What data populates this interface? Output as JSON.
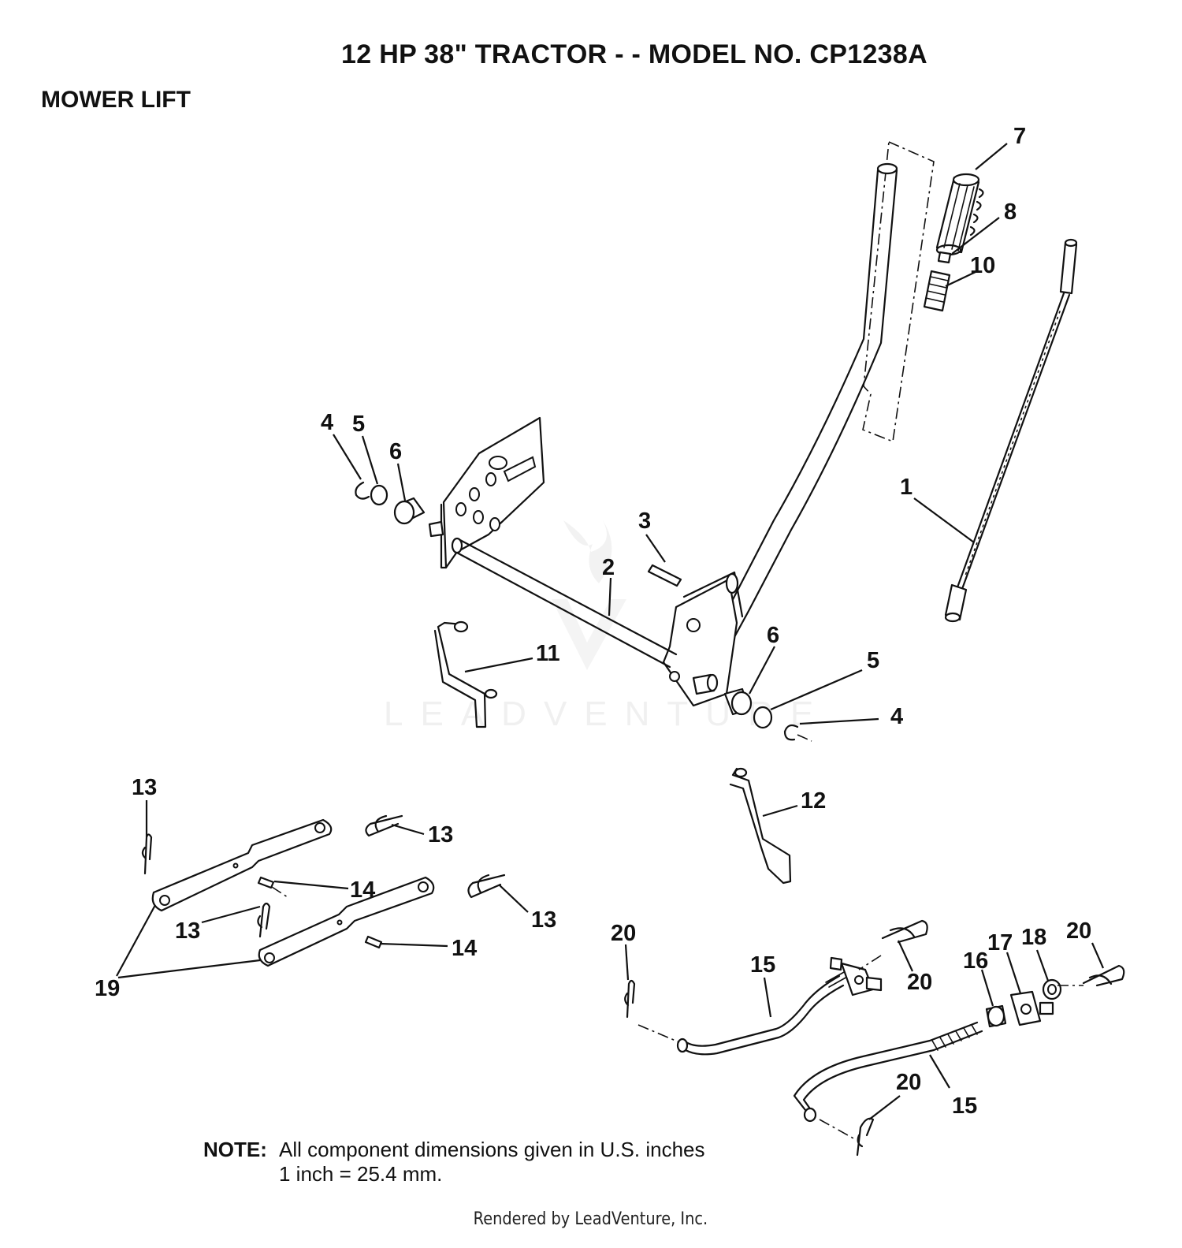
{
  "title": "12 HP 38\" TRACTOR - - MODEL NO.  CP1238A",
  "section": "MOWER LIFT",
  "watermark": "LEADVENTURE",
  "callouts": {
    "c1": "1",
    "c2": "2",
    "c3": "3",
    "c4a": "4",
    "c4b": "4",
    "c5a": "5",
    "c5b": "5",
    "c6a": "6",
    "c6b": "6",
    "c7": "7",
    "c8": "8",
    "c10": "10",
    "c11": "11",
    "c12": "12",
    "c13a": "13",
    "c13b": "13",
    "c13c": "13",
    "c13d": "13",
    "c14a": "14",
    "c14b": "14",
    "c15a": "15",
    "c15b": "15",
    "c16": "16",
    "c17": "17",
    "c18": "18",
    "c19": "19",
    "c20a": "20",
    "c20b": "20",
    "c20c": "20",
    "c20d": "20"
  },
  "note": {
    "label": "NOTE:",
    "line1": "All component dimensions given in U.S. inches",
    "line2": "1 inch = 25.4 mm."
  },
  "footer": "Rendered by LeadVenture, Inc."
}
